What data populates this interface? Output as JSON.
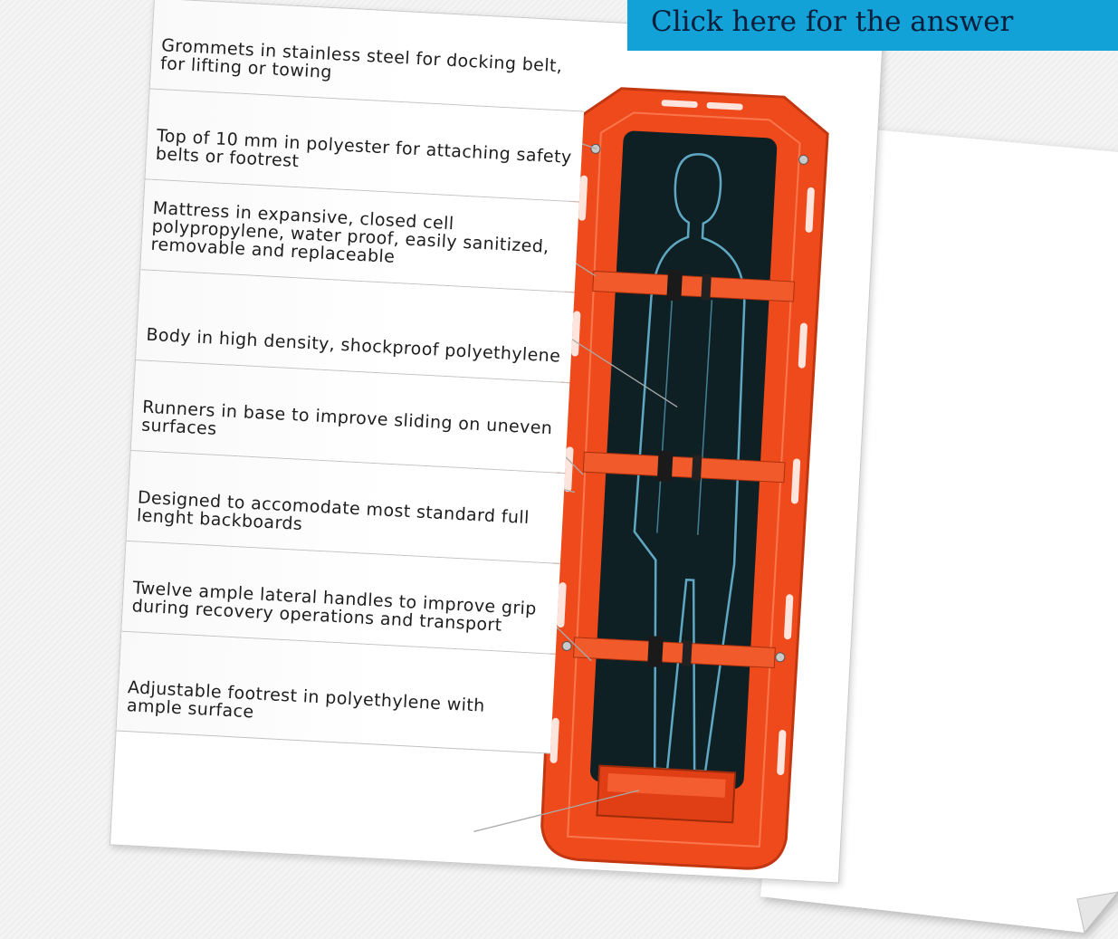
{
  "answer_button": {
    "label": "Click here for the answer"
  },
  "callouts": [
    {
      "text": "Grommets in stainless steel for docking belt, for lifting or towing"
    },
    {
      "text": "Top of 10 mm in polyester for attaching safety belts or footrest"
    },
    {
      "text": "Mattress in expansive, closed cell polypropylene, water proof, easily sanitized, removable and replaceable"
    },
    {
      "text": "Body in high density, shockproof polyethylene"
    },
    {
      "text": "Runners in base to improve sliding on uneven surfaces"
    },
    {
      "text": "Designed to accomodate most standard full lenght backboards"
    },
    {
      "text": "Twelve ample lateral handles to improve grip during recovery operations and transport"
    },
    {
      "text": "Adjustable footrest in polyethylene with ample surface"
    }
  ],
  "colors": {
    "stretcher_orange": "#ef4a1c",
    "mattress_dark": "#0f2024",
    "body_outline": "#5fa8c4",
    "button_blue": "#12a2d8"
  }
}
